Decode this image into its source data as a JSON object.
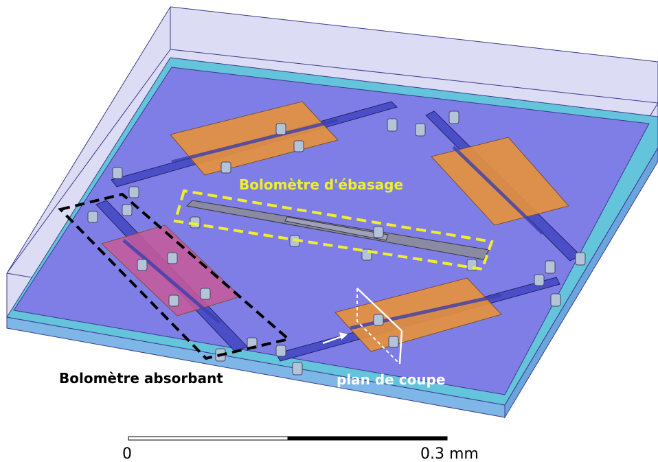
{
  "labels": {
    "ebasage": "Bolomètre d'ébasage",
    "absorbant": "Bolomètre absorbant",
    "plan": "plan de coupe"
  },
  "scale_bar": {
    "start": "0",
    "end": "0.3 mm"
  },
  "colors": {
    "substrate_top": "#7f7ee6",
    "substrate_edge": "#63c4dc",
    "enclosure": "#c9c9f0",
    "absorber": "#e8923b",
    "absorber_highlight": "#c85a9a",
    "leg": "#4b4fc7",
    "ebasage_box": "#f2ef2a",
    "absorbant_box": "#000000",
    "section_plane": "#ffffff"
  }
}
